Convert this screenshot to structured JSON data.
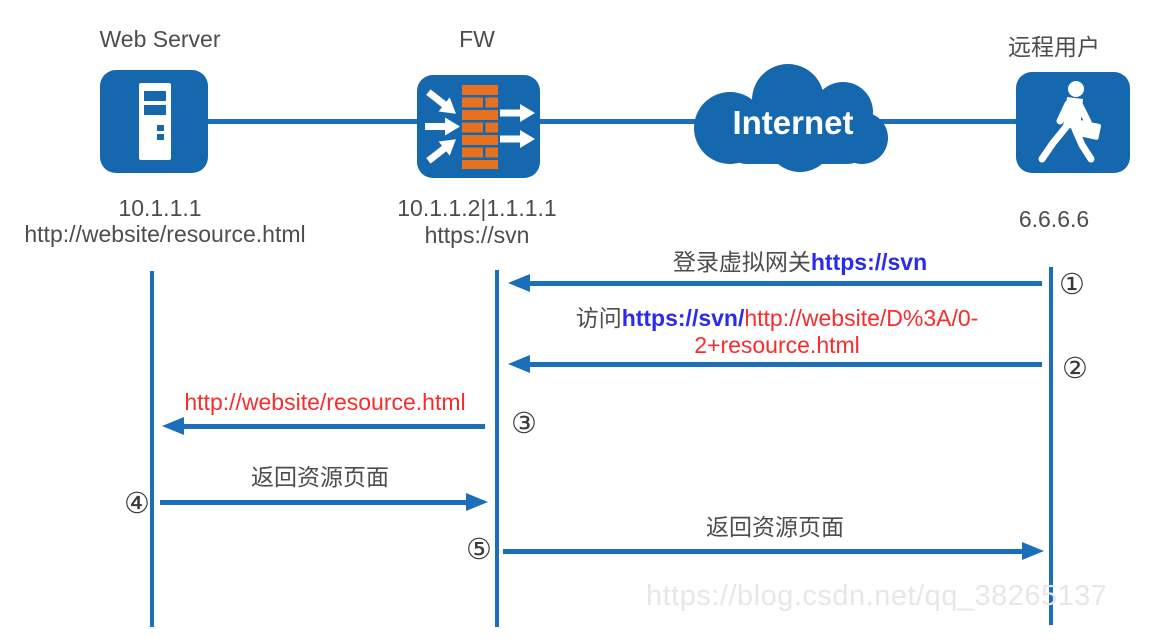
{
  "colors": {
    "node_blue": "#1568ad",
    "line_blue": "#1b6fb8",
    "brick_orange": "#e8711f",
    "red_text": "#f92c2c",
    "link_blue": "#2b2bf0",
    "label_gray": "#4d4d4d",
    "watermark_gray": "#e7e7ea"
  },
  "icons": {
    "web_server": "server-icon",
    "firewall": "firewall-brick-wall-icon",
    "internet": "cloud-icon",
    "remote_user": "walking-user-icon"
  },
  "topology": {
    "web_server": {
      "name": "Web Server",
      "ip": "10.1.1.1",
      "url": "http://website/resource.html"
    },
    "firewall": {
      "name": "FW",
      "ip": "10.1.1.2|1.1.1.1",
      "url": "https://svn"
    },
    "internet": {
      "name": "Internet"
    },
    "remote_user": {
      "name": "远程用户",
      "ip": "6.6.6.6"
    }
  },
  "sequence": {
    "messages": [
      {
        "number": "①",
        "from": "remote-user",
        "to": "fw",
        "direction": "right-to-left",
        "parts": [
          {
            "text": "登录虚拟网关",
            "color": "gray"
          },
          {
            "text": "https://svn",
            "color": "blue"
          }
        ]
      },
      {
        "number": "②",
        "from": "remote-user",
        "to": "fw",
        "direction": "right-to-left",
        "parts": [
          {
            "text": "访问",
            "color": "gray"
          },
          {
            "text": "https://svn/",
            "color": "blue"
          },
          {
            "text": "http://website/D%3A/0-",
            "color": "red"
          },
          {
            "text": "2+resource.html",
            "color": "red"
          }
        ]
      },
      {
        "number": "③",
        "from": "fw",
        "to": "web-server",
        "direction": "right-to-left",
        "parts": [
          {
            "text": "http://website/resource.html",
            "color": "red"
          }
        ]
      },
      {
        "number": "④",
        "from": "web-server",
        "to": "fw",
        "direction": "left-to-right",
        "parts": [
          {
            "text": "返回资源页面",
            "color": "gray"
          }
        ]
      },
      {
        "number": "⑤",
        "from": "fw",
        "to": "remote-user",
        "direction": "left-to-right",
        "parts": [
          {
            "text": "返回资源页面",
            "color": "gray"
          }
        ]
      }
    ]
  },
  "watermark": {
    "text": "https://blog.csdn.net/qq_38265137"
  }
}
